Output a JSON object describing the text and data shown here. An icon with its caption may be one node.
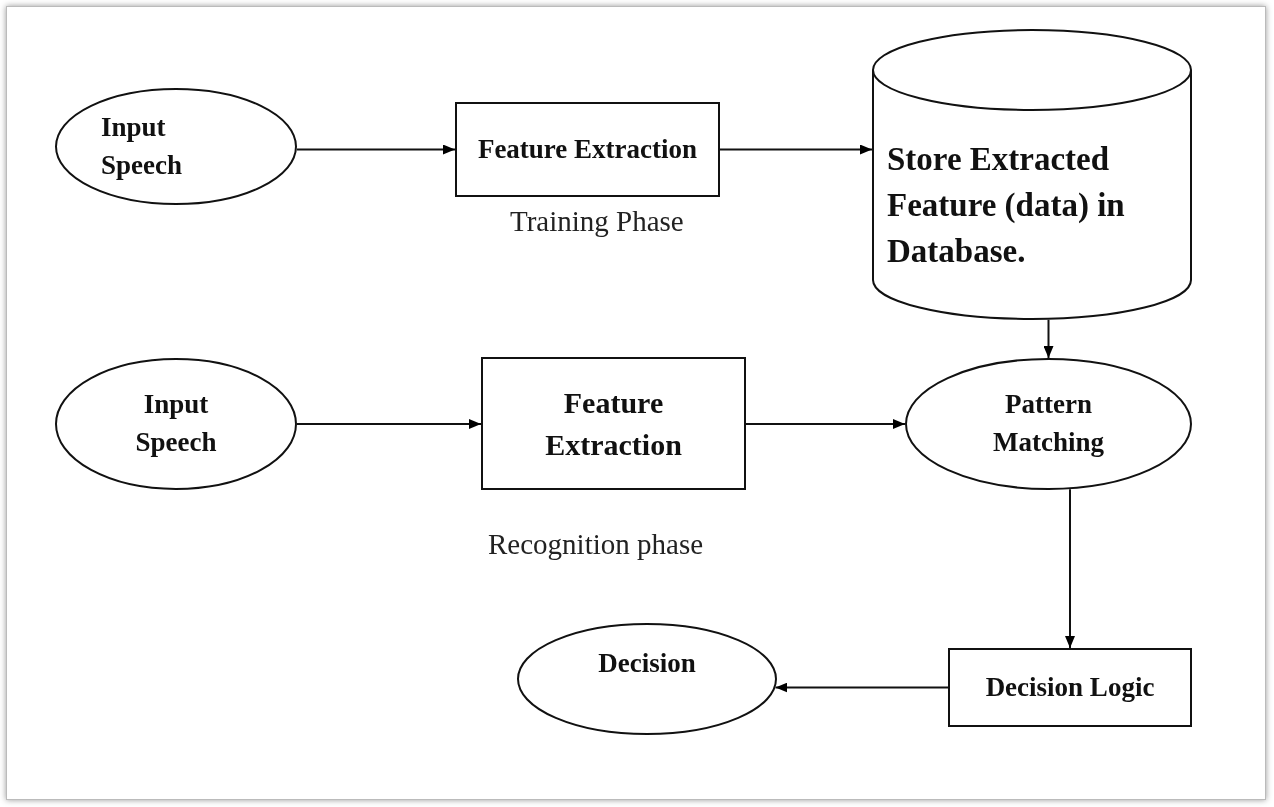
{
  "diagram": {
    "nodes": [
      {
        "text": [
          "Input Speech"
        ]
      },
      {
        "text": [
          "Feature Extraction"
        ]
      },
      {
        "text": [
          "Store Extracted Feature (data) in Database."
        ]
      },
      {
        "text": [
          "Input Speech"
        ]
      },
      {
        "text": [
          "Feature Extraction"
        ]
      },
      {
        "text": [
          "Pattern Matching"
        ]
      },
      {
        "text": [
          "Decision"
        ]
      },
      {
        "text": [
          "Decision Logic"
        ]
      }
    ],
    "edges": [
      {
        "from": 0,
        "to": 1,
        "arrow": "to"
      },
      {
        "from": 1,
        "to": 2,
        "arrow": "to"
      },
      {
        "from": 2,
        "to": 5,
        "arrow": "to"
      },
      {
        "from": 3,
        "to": 4,
        "arrow": "to"
      },
      {
        "from": 4,
        "to": 5,
        "arrow": "to"
      },
      {
        "from": 5,
        "to": 7,
        "arrow": "to"
      },
      {
        "from": 7,
        "to": 6,
        "arrow": "to"
      }
    ],
    "labels": [
      "Training Phase",
      "Recognition phase"
    ]
  }
}
